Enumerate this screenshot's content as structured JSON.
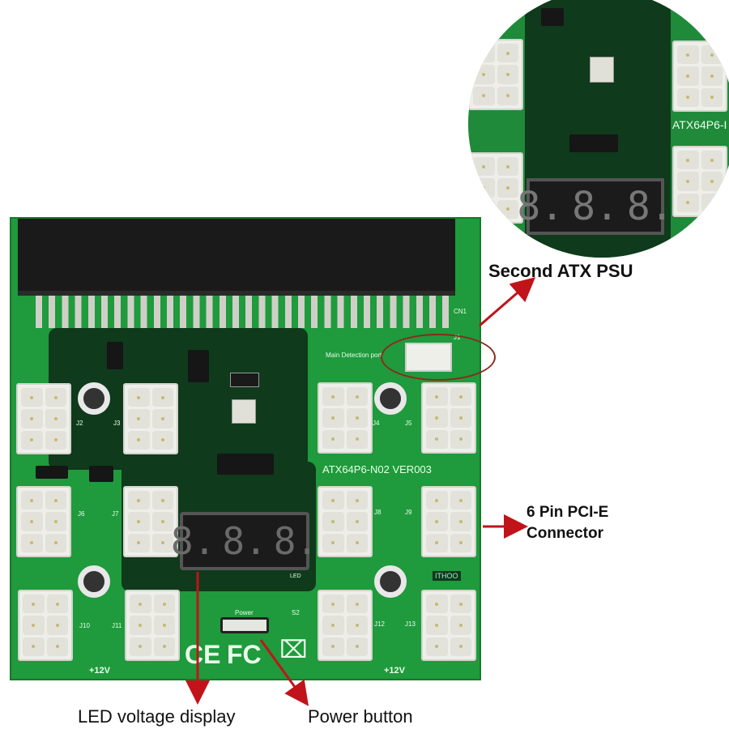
{
  "product": {
    "board_model": "ATX64P6-N02 VER003",
    "header_label": "CN1",
    "detect_port_label": "Main Detection port",
    "detect_port_ref": "J1",
    "led_tag": "LED",
    "power_label": "Power",
    "switch_ref": "S2",
    "brand_mark": "ITHOO",
    "voltage_marks": [
      "+12V",
      "+12V"
    ],
    "cert_marks": {
      "ce": "CE",
      "fcc": "FC",
      "weee": "⌧"
    },
    "led_digits": [
      "8.",
      "8.",
      "8."
    ],
    "connectors": [
      {
        "ref": "J2"
      },
      {
        "ref": "J3"
      },
      {
        "ref": "J4"
      },
      {
        "ref": "J5"
      },
      {
        "ref": "J6"
      },
      {
        "ref": "J7"
      },
      {
        "ref": "J8"
      },
      {
        "ref": "J9"
      },
      {
        "ref": "J10"
      },
      {
        "ref": "J11"
      },
      {
        "ref": "J12"
      },
      {
        "ref": "J13"
      }
    ]
  },
  "inset": {
    "board_text": "ATX64P6-I",
    "led_digits": [
      "8.",
      "8.",
      "8."
    ]
  },
  "callouts": {
    "second_psu": "Second ATX PSU",
    "pcie_line1": "6 Pin PCI-E",
    "pcie_line2": "Connector",
    "led_display": "LED voltage display",
    "power_button": "Power button"
  },
  "colors": {
    "pcb_green": "#1f9a3c",
    "pcb_dark": "#0f3a1c",
    "arrow_red": "#c0141a",
    "ellipse": "#8b2a1a"
  }
}
